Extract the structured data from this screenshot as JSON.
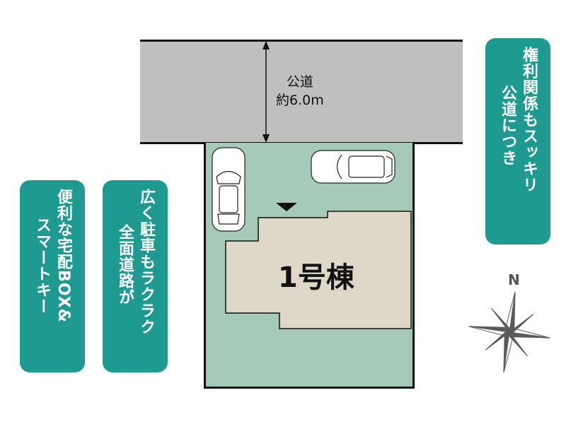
{
  "road": {
    "label_line1": "公道",
    "label_line2": "約6.0m",
    "color": "#bfbfbf"
  },
  "lot": {
    "color": "#a6cab8",
    "house": {
      "label": "1号棟",
      "color": "#ddd8c8"
    },
    "entrance_marker": "triangle-down",
    "parking": [
      {
        "orientation": "vertical",
        "icon": "car-icon"
      },
      {
        "orientation": "horizontal",
        "icon": "car-icon"
      }
    ]
  },
  "badges": {
    "color": "#1f9a91",
    "right": {
      "col1": "権利関係もスッキリ",
      "col2": "公道につき"
    },
    "left": {
      "col1": "便利な宅配BOX&",
      "col2": "スマートキー"
    },
    "middle": {
      "col1": "広く駐車もラクラク",
      "col2": "全面道路が"
    }
  },
  "compass": {
    "label": "N"
  }
}
